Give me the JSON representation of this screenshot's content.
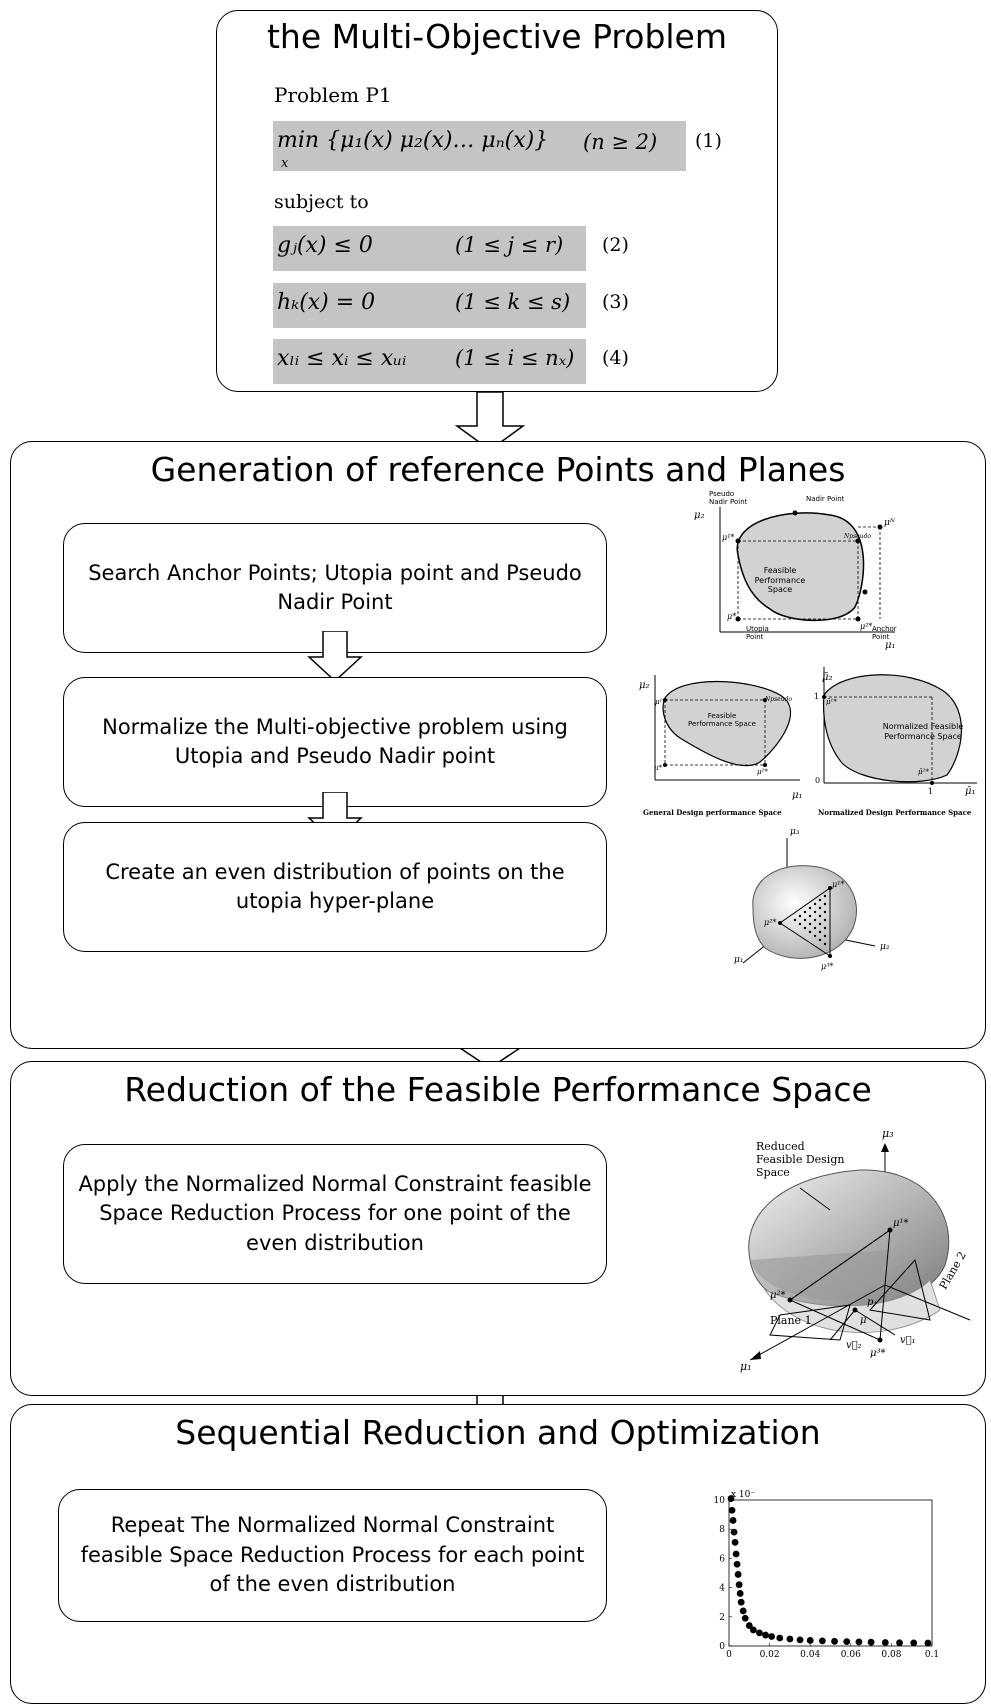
{
  "problem": {
    "title": "the Multi-Objective Problem",
    "heading": "Problem P1",
    "objective": "min {μ₁(x) μ₂(x)… μₙ(x)}",
    "objective_sub": "x",
    "objective_cond": "(n ≥ 2)",
    "objective_num": "(1)",
    "subject_to": "subject to",
    "constraints": [
      {
        "expr": "gⱼ(x) ≤ 0",
        "cond": "(1 ≤ j ≤ r)",
        "num": "(2)"
      },
      {
        "expr": "hₖ(x) = 0",
        "cond": "(1 ≤ k ≤ s)",
        "num": "(3)"
      },
      {
        "expr": "xₗᵢ ≤ xᵢ ≤ xᵤᵢ",
        "cond": "(1 ≤ i ≤ nₓ)",
        "num": "(4)"
      }
    ]
  },
  "generation": {
    "title": "Generation of reference Points and Planes",
    "steps": [
      "Search Anchor Points; Utopia point and Pseudo Nadir Point",
      "Normalize the Multi-objective problem using Utopia and Pseudo Nadir point",
      "Create an even distribution of points on the utopia hyper-plane"
    ],
    "fig1": {
      "pseudo_nadir": "Pseudo Nadir Point",
      "nadir": "Nadir Point",
      "feasible": "Feasible Performance Space",
      "utopia": "Utopia Point",
      "anchor": "Anchor Point",
      "mu1": "μ₁",
      "mu2": "μ₂",
      "muN": "μᴺ",
      "mu1s": "μ¹*",
      "mu2s": "μ²*",
      "mus": "μ*",
      "npseudo": "Npseudo"
    },
    "fig2": {
      "feasible": "Feasible Performance Space",
      "normalized": "Normalized Feasible Performance Space",
      "caption_left": "General Design performance Space",
      "caption_right": "Normalized Design Performance Space",
      "one": "1",
      "zero": "0",
      "mu1": "μ₁",
      "mu2": "μ₂",
      "mu1b": "μ̄₁",
      "mu2b": "μ̄₂",
      "mu1s": "μ¹*",
      "mu2s": "μ²*",
      "mus": "μ*",
      "npseudo": "Npseudo",
      "mu1bs": "μ̄¹*",
      "mu2bs": "μ̄²*"
    },
    "fig3": {
      "mu1": "μ₁",
      "mu2": "μ₂",
      "mu3": "μ₃",
      "mu1s": "μ¹*",
      "mu2s": "μ²*",
      "mu3s": "μ³*"
    }
  },
  "reduction": {
    "title": "Reduction of the Feasible Performance Space",
    "step": "Apply the Normalized Normal Constraint feasible Space Reduction Process for one point of the even distribution",
    "fig": {
      "reduced": "Reduced Feasible Design Space",
      "plane1": "Plane 1",
      "plane2": "Plane 2",
      "mu1": "μ₁",
      "mu3": "μ₃",
      "mu1s": "μ¹*",
      "mu2s": "μ²*",
      "mu3s": "μ³*",
      "pj": "pⱼ",
      "mu": "μ",
      "v1": "v⃗₁",
      "v2": "v⃗₂"
    }
  },
  "sequential": {
    "title": "Sequential Reduction and Optimization",
    "step": "Repeat The Normalized Normal Constraint feasible Space Reduction Process for each point of the even distribution"
  },
  "chart_data": {
    "type": "scatter",
    "title": "",
    "xlabel": "",
    "ylabel": "",
    "y_multiplier": "x 10⁻",
    "xlim": [
      0,
      0.1
    ],
    "ylim": [
      0,
      10
    ],
    "xticks": [
      "0",
      "0.02",
      "0.04",
      "0.06",
      "0.08",
      "0.1"
    ],
    "yticks": [
      "0",
      "2",
      "4",
      "6",
      "8",
      "10"
    ],
    "grid": false,
    "x": [
      0.001,
      0.0015,
      0.002,
      0.0025,
      0.003,
      0.0035,
      0.004,
      0.0045,
      0.005,
      0.0055,
      0.006,
      0.007,
      0.008,
      0.01,
      0.012,
      0.015,
      0.018,
      0.021,
      0.025,
      0.03,
      0.035,
      0.04,
      0.046,
      0.052,
      0.058,
      0.064,
      0.07,
      0.077,
      0.084,
      0.091,
      0.098
    ],
    "y": [
      10.1,
      9.3,
      8.6,
      7.8,
      7.1,
      6.3,
      5.6,
      4.9,
      4.2,
      3.6,
      3.0,
      2.4,
      1.9,
      1.4,
      1.1,
      0.9,
      0.75,
      0.65,
      0.55,
      0.48,
      0.42,
      0.38,
      0.35,
      0.32,
      0.3,
      0.28,
      0.26,
      0.24,
      0.22,
      0.21,
      0.2
    ]
  }
}
